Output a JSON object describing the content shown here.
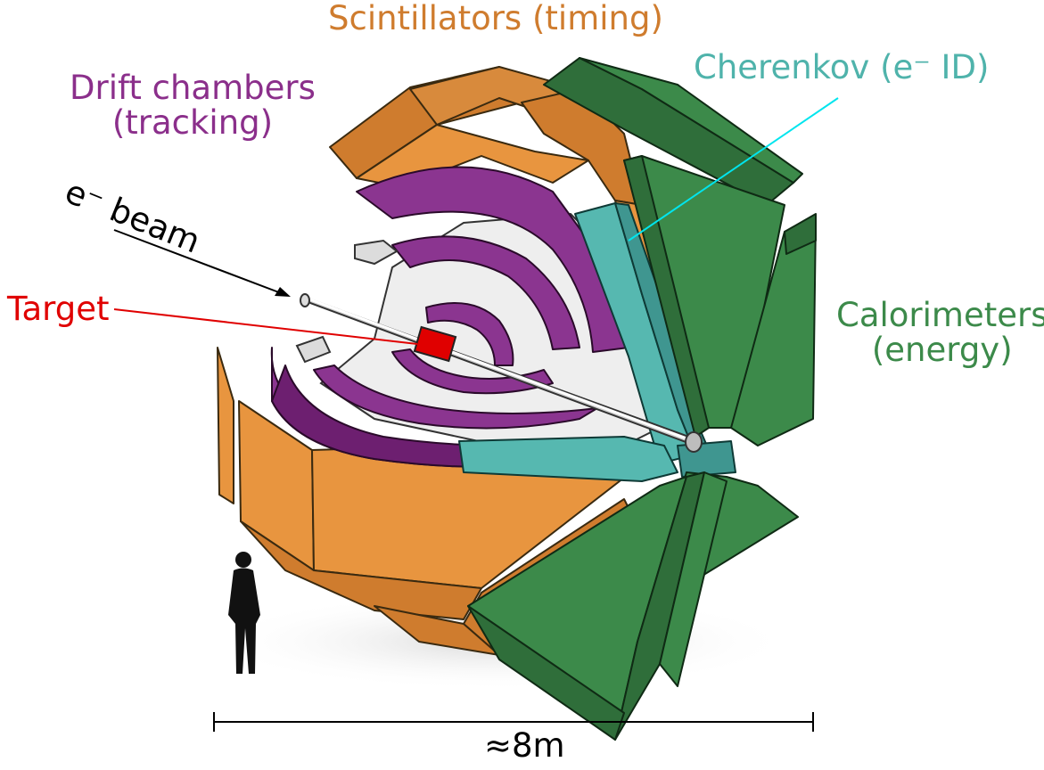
{
  "labels": {
    "scintillators": "Scintillators (timing)",
    "drift_line1": "Drift chambers",
    "drift_line2": "(tracking)",
    "cherenkov": "Cherenkov (e⁻ ID)",
    "calorimeters_line1": "Calorimeters",
    "calorimeters_line2": "(energy)",
    "target": "Target",
    "beam": "e⁻ beam",
    "scale": "≈8m"
  },
  "colors": {
    "scintillator": "#e8953f",
    "drift_chamber": "#8b2f8b",
    "cherenkov": "#56b8b0",
    "calorimeter": "#3c8a4a",
    "target": "#e00000",
    "beam_line": "#00e5ee"
  }
}
